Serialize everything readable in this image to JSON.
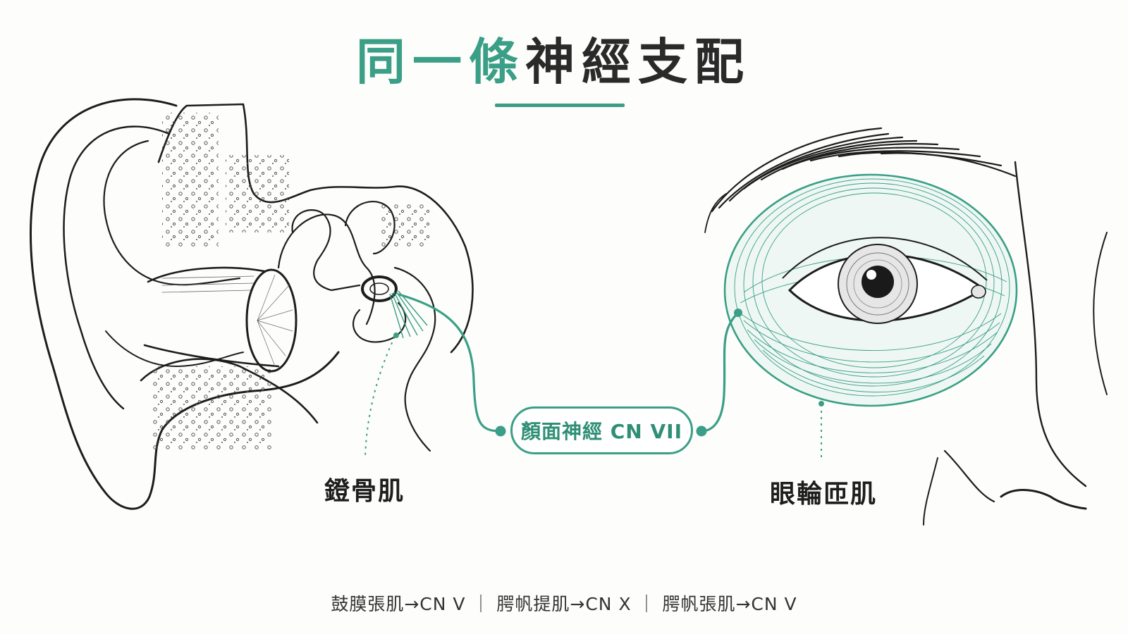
{
  "title": {
    "part1": "同一條",
    "part2": "神經支配"
  },
  "nerve_label": "顏面神經 CN VII",
  "left_label": "鐙骨肌",
  "right_label": "眼輪匝肌",
  "footnote": "鼓膜張肌→CN V ｜ 腭帆提肌→CN X ｜ 腭帆張肌→CN V",
  "colors": {
    "accent": "#3a9f86",
    "ink": "#2a2a2a",
    "background": "#fdfdfb"
  }
}
